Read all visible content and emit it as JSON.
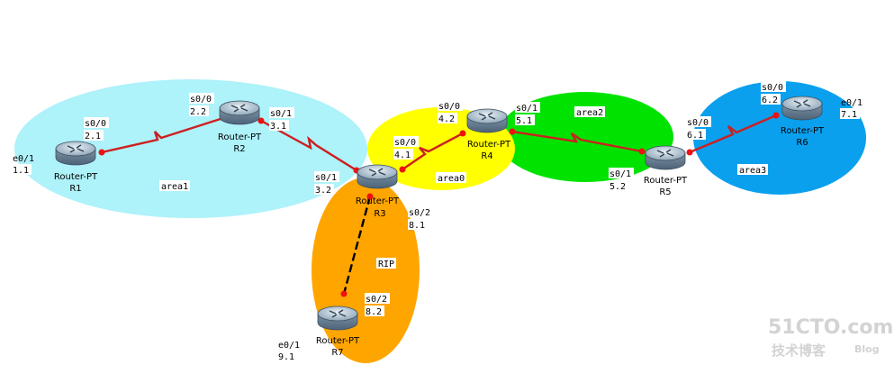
{
  "colors": {
    "area1": "#aef2fa",
    "area0": "#ffff00",
    "area2": "#00e300",
    "area3": "#0aa0ee",
    "rip": "#ffa500",
    "link": "#cc2020",
    "dot": "#ee1111"
  },
  "areas": [
    {
      "id": "area1",
      "label": "area1"
    },
    {
      "id": "area0",
      "label": "area0"
    },
    {
      "id": "area2",
      "label": "area2"
    },
    {
      "id": "area3",
      "label": "area3"
    },
    {
      "id": "rip",
      "label": "RIP"
    }
  ],
  "routers": [
    {
      "id": "R1",
      "model": "Router-PT",
      "name": "R1"
    },
    {
      "id": "R2",
      "model": "Router-PT",
      "name": "R2"
    },
    {
      "id": "R3",
      "model": "Router-PT",
      "name": "R3"
    },
    {
      "id": "R4",
      "model": "Router-PT",
      "name": "R4"
    },
    {
      "id": "R5",
      "model": "Router-PT",
      "name": "R5"
    },
    {
      "id": "R6",
      "model": "Router-PT",
      "name": "R6"
    },
    {
      "id": "R7",
      "model": "Router-PT",
      "name": "R7"
    }
  ],
  "interfaces": [
    {
      "id": "r1-e01",
      "port": "e0/1",
      "ip": "1.1"
    },
    {
      "id": "r1-s00",
      "port": "s0/0",
      "ip": "2.1"
    },
    {
      "id": "r2-s00",
      "port": "s0/0",
      "ip": "2.2"
    },
    {
      "id": "r2-s01",
      "port": "s0/1",
      "ip": "3.1"
    },
    {
      "id": "r3-s01",
      "port": "s0/1",
      "ip": "3.2"
    },
    {
      "id": "r3-s00",
      "port": "s0/0",
      "ip": "4.1"
    },
    {
      "id": "r3-s02",
      "port": "s0/2",
      "ip": "8.1"
    },
    {
      "id": "r4-s00",
      "port": "s0/0",
      "ip": "4.2"
    },
    {
      "id": "r4-s01",
      "port": "s0/1",
      "ip": "5.1"
    },
    {
      "id": "r5-s01",
      "port": "s0/1",
      "ip": "5.2"
    },
    {
      "id": "r5-s00",
      "port": "s0/0",
      "ip": "6.1"
    },
    {
      "id": "r6-s00",
      "port": "s0/0",
      "ip": "6.2"
    },
    {
      "id": "r6-e01",
      "port": "e0/1",
      "ip": "7.1"
    },
    {
      "id": "r7-s02",
      "port": "s0/2",
      "ip": "8.2"
    },
    {
      "id": "r7-e01",
      "port": "e0/1",
      "ip": "9.1"
    }
  ],
  "watermark": {
    "line1": "51CTO.com",
    "line2": "技术博客",
    "line3": "Blog"
  }
}
